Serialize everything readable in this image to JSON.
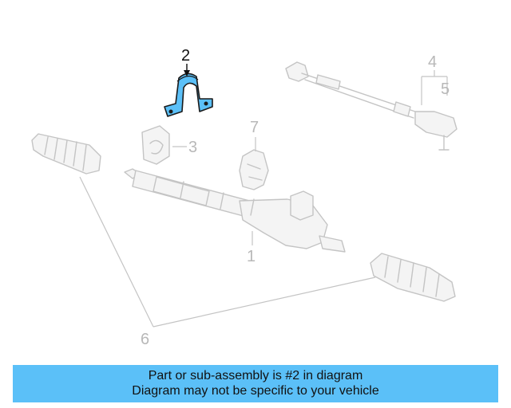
{
  "callouts": {
    "c1": "1",
    "c2": "2",
    "c3": "3",
    "c4": "4",
    "c5": "5",
    "c6": "6",
    "c7": "7"
  },
  "banner": {
    "line1": "Part or sub-assembly is #2 in diagram",
    "line2": "Diagram may not be specific to your vehicle"
  },
  "colors": {
    "highlight_part": "#5bc0f8",
    "banner_background": "#5bc0f8",
    "ghost_lines": "#c4c4c4"
  }
}
